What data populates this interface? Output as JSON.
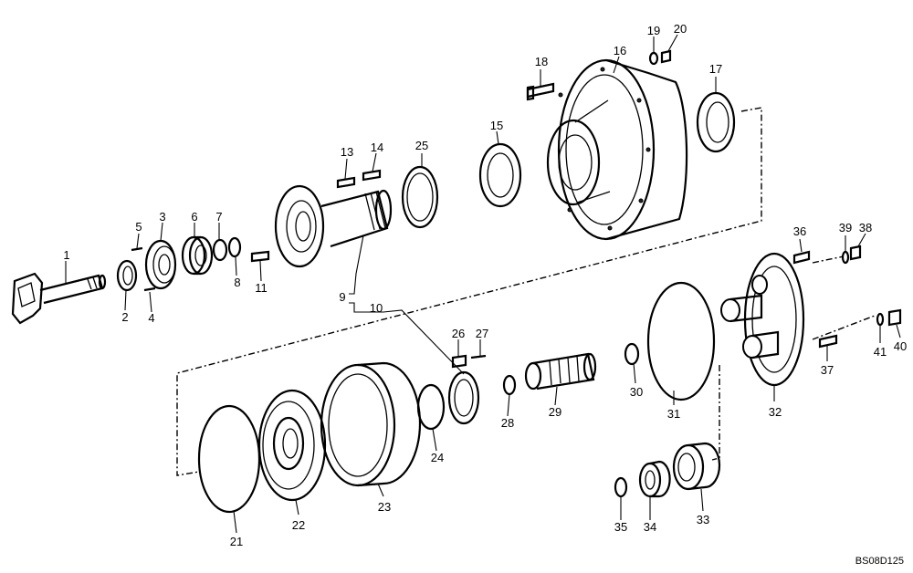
{
  "drawing_code": "BS08D125",
  "labels": [
    "1",
    "2",
    "3",
    "4",
    "5",
    "6",
    "7",
    "8",
    "9",
    "10",
    "11",
    "13",
    "14",
    "15",
    "16",
    "17",
    "18",
    "19",
    "20",
    "21",
    "22",
    "23",
    "24",
    "25",
    "26",
    "27",
    "28",
    "29",
    "30",
    "31",
    "32",
    "33",
    "34",
    "35",
    "36",
    "37",
    "38",
    "39",
    "40",
    "41"
  ]
}
